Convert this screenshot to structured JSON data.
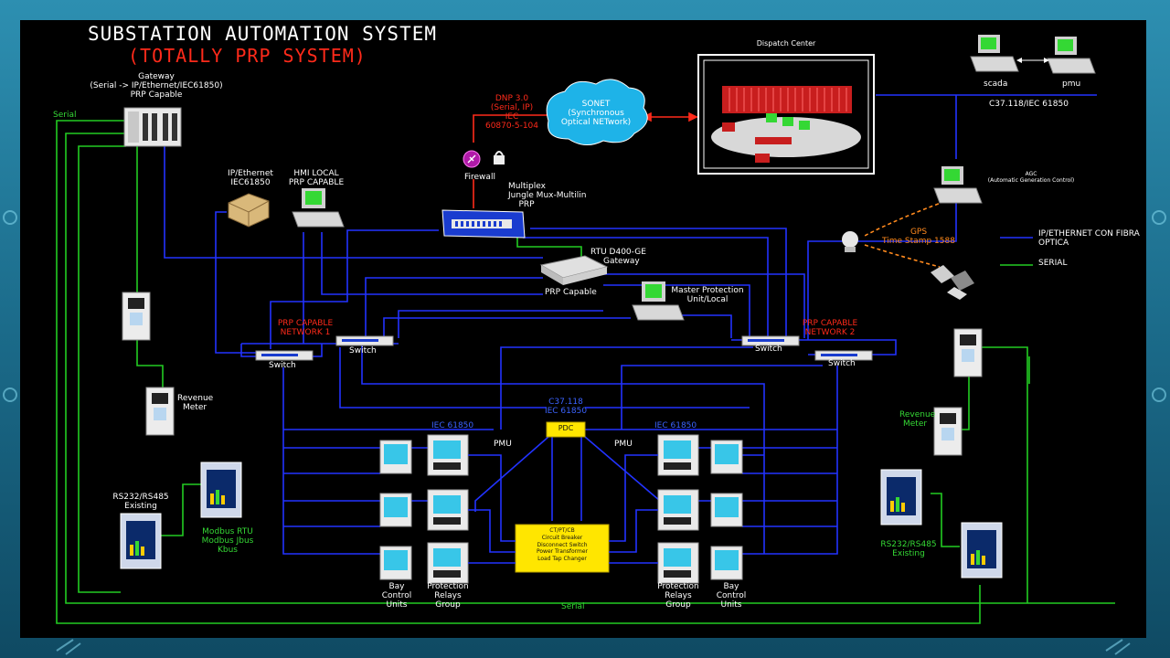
{
  "title": "SUBSTATION AUTOMATION SYSTEM",
  "subtitle": "(TOTALLY PRP SYSTEM)",
  "gateway": {
    "name": "Gateway",
    "desc": "(Serial -> IP/Ethernet/IEC61850)",
    "cap": "PRP Capable"
  },
  "serial_top_left": "Serial",
  "ip_device": [
    "IP/Ethernet",
    "IEC61850"
  ],
  "hmi": [
    "HMI LOCAL",
    "PRP CAPABLE"
  ],
  "dnp": [
    "DNP 3.0",
    "(Serial, IP)",
    "IEC",
    "60870-5-104"
  ],
  "sonet": [
    "SONET",
    "(Synchronous",
    "Optical NETwork)"
  ],
  "firewall": "Firewall",
  "multiplex": [
    "Multiplex",
    "Jungle Mux-Multilin",
    "PRP"
  ],
  "dispatch": "Dispatch Center",
  "scada": "scada",
  "pmu": "pmu",
  "c37_top": "C37.118/IEC 61850",
  "agc": [
    "AGC",
    "(Automatic Generation Control)"
  ],
  "gps": [
    "GPS",
    "Time Stamp 1588"
  ],
  "legend": {
    "ip": "IP/ETHERNET CON FIBRA OPTICA",
    "serial": "SERIAL"
  },
  "rtu": [
    "RTU D400-GE",
    "Gateway"
  ],
  "prp_capable": "PRP Capable",
  "master": [
    "Master Protection",
    "Unit/Local"
  ],
  "net1": [
    "PRP CAPABLE",
    "NETWORK 1"
  ],
  "net2": [
    "PRP CAPABLE",
    "NETWORK 2"
  ],
  "switch": "Switch",
  "revenue_meter": [
    "Revenue",
    "Meter"
  ],
  "c37_mid": [
    "C37.118",
    "IEC 61850"
  ],
  "pdc": "PDC",
  "iec_left": "IEC 61850",
  "iec_right": "IEC 61850",
  "pmu_left": "PMU",
  "pmu_right": "PMU",
  "breaker_box": [
    "CT/PT/CB",
    "Circuit Breaker",
    "Disconnect Switch",
    "Power Transformer",
    "Load Tap Changer"
  ],
  "rs_left": [
    "RS232/RS485",
    "Existing"
  ],
  "modbus": [
    "Modbus RTU",
    "Modbus Jbus",
    "Kbus"
  ],
  "rs_right": [
    "RS232/RS485",
    "Existing"
  ],
  "bay_control": [
    "Bay",
    "Control",
    "Units"
  ],
  "protection": [
    "Protection",
    "Relays",
    "Group"
  ],
  "serial_bottom": "Serial",
  "colors": {
    "panel": "#000000",
    "ip_line": "#2233ff",
    "serial_line": "#22cc22",
    "label_red": "#ff2a1a",
    "label_green": "#35d835",
    "gps_orange": "#ff8a1e",
    "breaker_fill": "#ffe600"
  }
}
